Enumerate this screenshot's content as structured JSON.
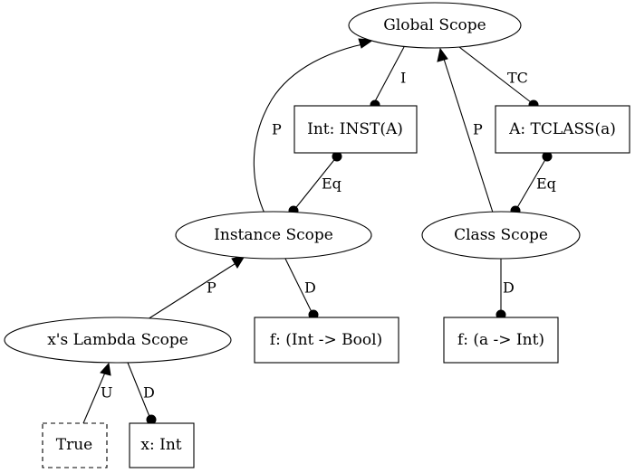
{
  "nodes": {
    "global_scope": "Global Scope",
    "int_inst": "Int: INST(A)",
    "a_tclass": "A: TCLASS(a)",
    "instance_scope": "Instance Scope",
    "class_scope": "Class Scope",
    "lambda_scope": "x's Lambda Scope",
    "f_int_bool": "f: (Int -> Bool)",
    "f_a_int": "f: (a -> Int)",
    "true_node": "True",
    "x_int": "x: Int"
  },
  "edges": {
    "global_int_inst": "I",
    "global_a_tclass": "TC",
    "instance_global": "P",
    "class_global": "P",
    "int_inst_instance": "Eq",
    "a_tclass_class": "Eq",
    "lambda_instance": "P",
    "instance_f": "D",
    "class_f": "D",
    "true_lambda": "U",
    "lambda_x": "D"
  },
  "colors": {
    "line": "#000000",
    "background": "#ffffff"
  }
}
